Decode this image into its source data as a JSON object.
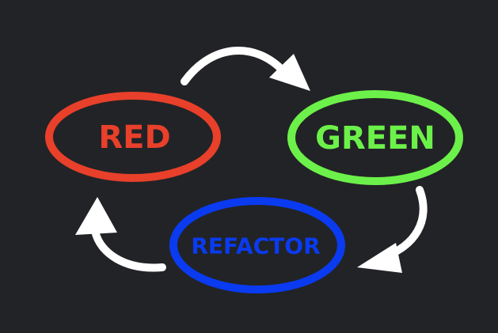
{
  "diagram": {
    "title": "",
    "background_color": "#222326",
    "arrow_color": "#FFFFFF",
    "nodes": [
      {
        "id": "red",
        "label": "RED",
        "color": "#E8402A"
      },
      {
        "id": "green",
        "label": "GREEN",
        "color": "#6CF14A"
      },
      {
        "id": "refactor",
        "label": "REFACTOR",
        "color": "#0A3BF0"
      }
    ],
    "edges": [
      {
        "from": "RED",
        "to": "GREEN"
      },
      {
        "from": "GREEN",
        "to": "REFACTOR"
      },
      {
        "from": "REFACTOR",
        "to": "RED"
      }
    ]
  }
}
